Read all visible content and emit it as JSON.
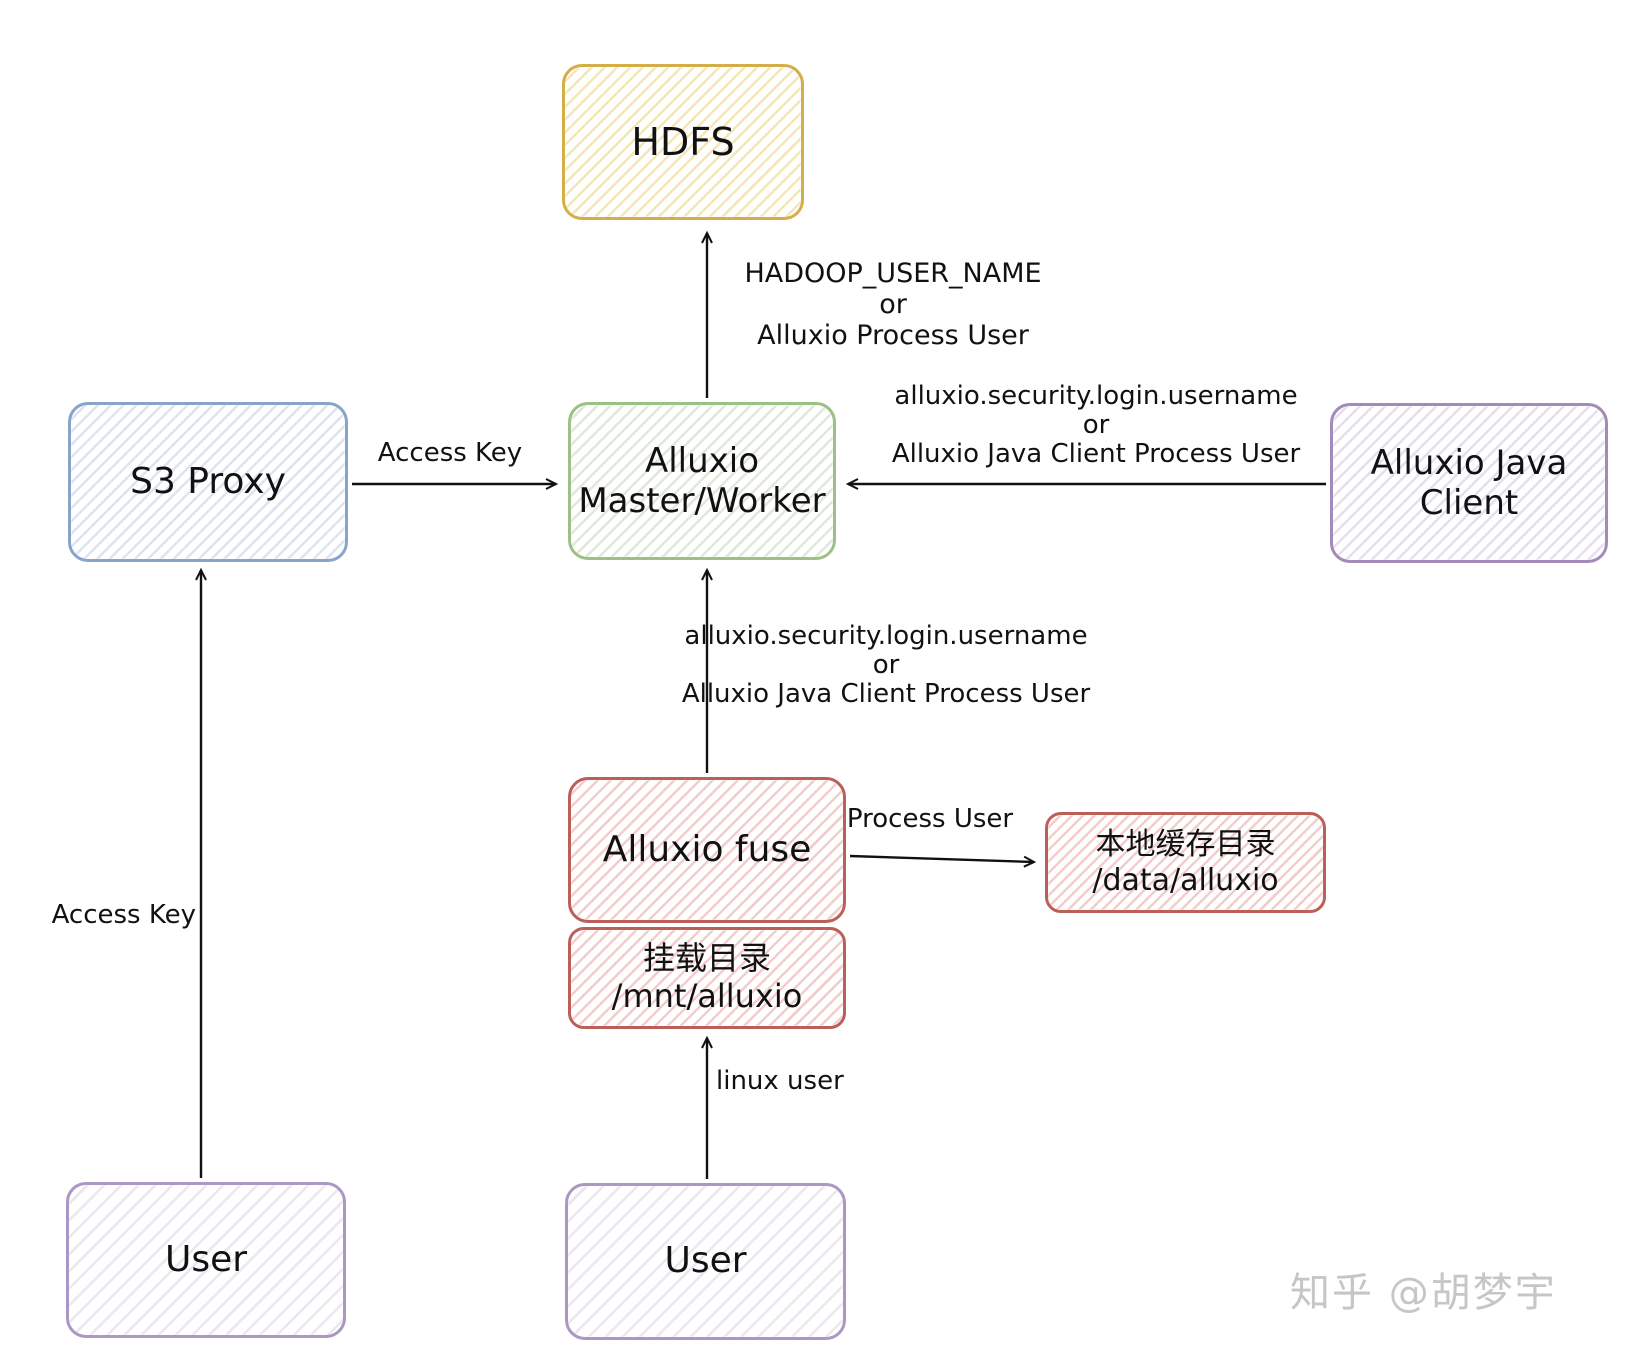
{
  "diagram_title": "Alluxio user/identity flow diagram",
  "nodes": {
    "hdfs": {
      "title": "HDFS",
      "border": "#d4ae49",
      "stripe": "#f5e6b8"
    },
    "s3_proxy": {
      "title": "S3 Proxy",
      "border": "#8aa3c9",
      "stripe": "#dde4f1"
    },
    "master": {
      "line1": "Alluxio",
      "line2": "Master/Worker",
      "border": "#9cc184",
      "stripe": "#dfe8d9"
    },
    "java_client": {
      "line1": "Alluxio Java",
      "line2": "Client",
      "border": "#a48ab8",
      "stripe": "#e6dfee"
    },
    "fuse": {
      "title": "Alluxio fuse",
      "border": "#bb6059",
      "stripe": "#f3cdc9"
    },
    "mount_dir": {
      "line1": "挂载目录",
      "line2": "/mnt/alluxio",
      "border": "#bb6059",
      "stripe": "#f3cdc9"
    },
    "cache_dir": {
      "line1": "本地缓存目录",
      "line2": "/data/alluxio",
      "border": "#bb6059",
      "stripe": "#f3cdc9"
    },
    "user_left": {
      "title": "User",
      "border": "#ab97c4",
      "stripe": "#eae7f0"
    },
    "user_bottom": {
      "title": "User",
      "border": "#ab97c4",
      "stripe": "#eae7f0"
    }
  },
  "edge_labels": {
    "hadoop_user": {
      "line1": "HADOOP_USER_NAME",
      "line2": "or",
      "line3": "Alluxio Process User"
    },
    "access_key_top": "Access Key",
    "java_client_auth": {
      "line1": "alluxio.security.login.username",
      "line2": "or",
      "line3": "Alluxio Java Client Process User"
    },
    "fuse_auth": {
      "line1": "alluxio.security.login.username",
      "line2": "or",
      "line3": "Alluxio Java Client Process User"
    },
    "process_user": "Process User",
    "access_key_left": "Access Key",
    "linux_user": "linux user"
  },
  "watermark": {
    "text": "知乎 @胡梦宇",
    "color": "#c6c6c6"
  },
  "arrow_color": "#111111"
}
